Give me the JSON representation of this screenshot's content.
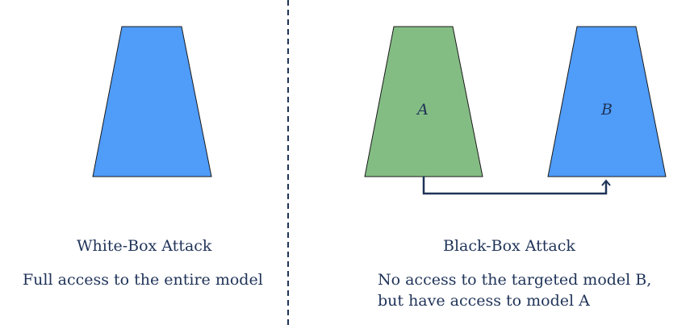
{
  "white_box": {
    "title": "White-Box Attack",
    "description": "Full access to the entire model",
    "model_color": "#4f9cf9"
  },
  "black_box": {
    "title": "Black-Box Attack",
    "description_line1": "No access to the targeted model B,",
    "description_line2": "but have access to model A",
    "model_a": {
      "label": "A",
      "color": "#84bd84"
    },
    "model_b": {
      "label": "B",
      "color": "#4f9cf9"
    }
  },
  "colors": {
    "text": "#1f3358",
    "outline": "#1a1a1a",
    "connector": "#1f3358",
    "divider": "#1f3358"
  }
}
